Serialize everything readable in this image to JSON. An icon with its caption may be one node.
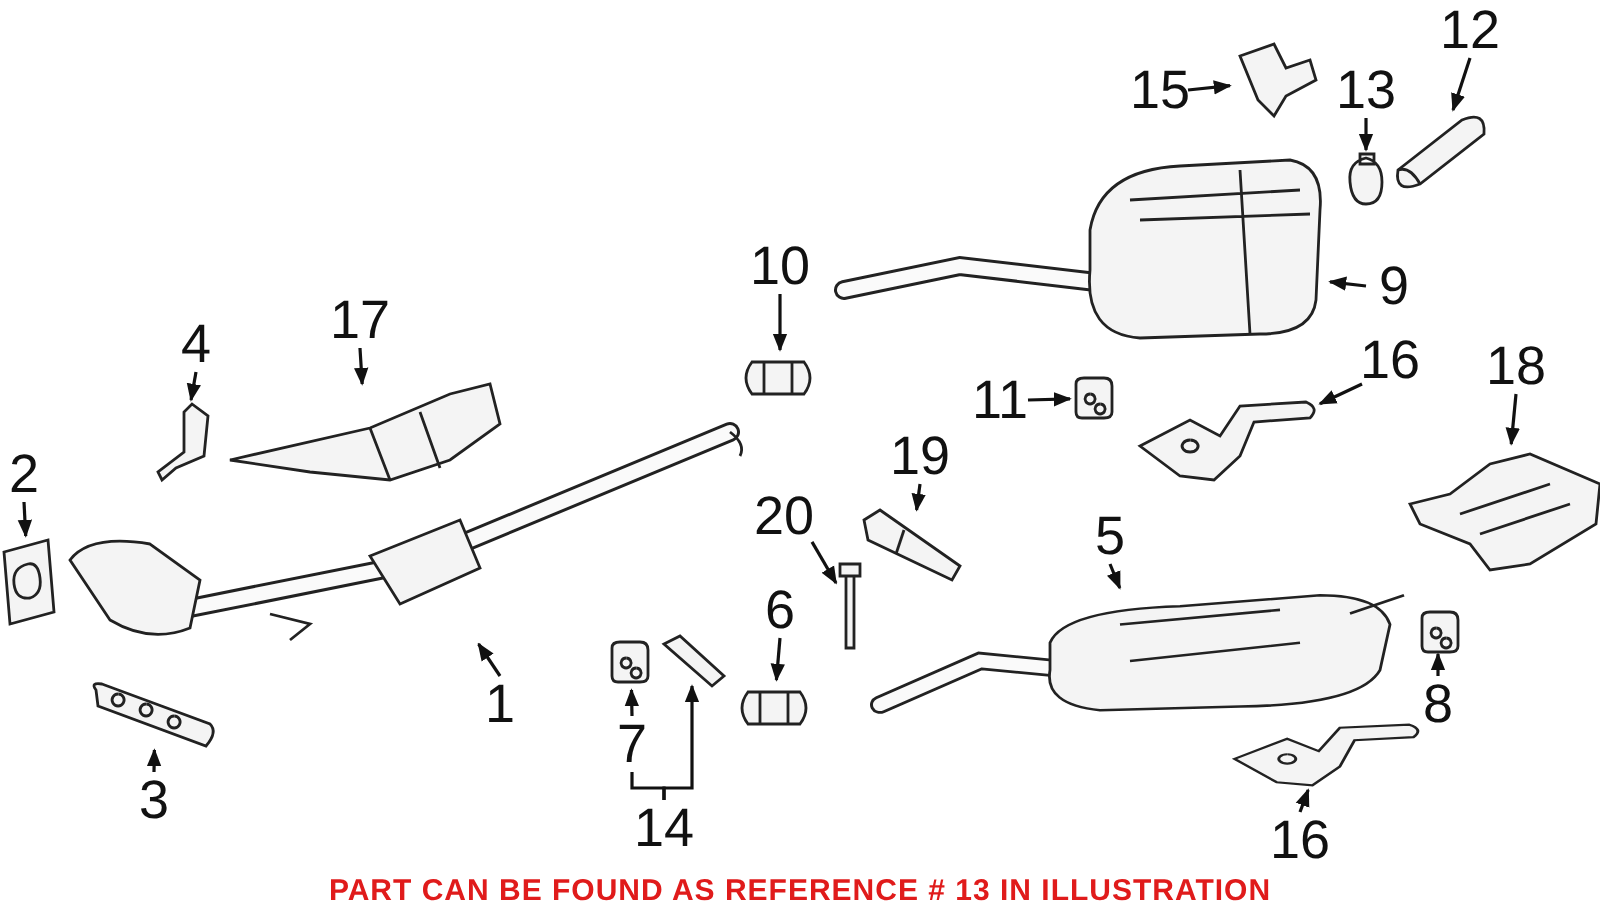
{
  "diagram": {
    "nodes": [
      {
        "text": [
          "12"
        ]
      },
      {
        "text": [],
        "shape": "picture"
      },
      {
        "text": [
          "15"
        ]
      },
      {
        "text": [],
        "shape": "picture"
      },
      {
        "text": [
          "13"
        ]
      },
      {
        "text": [],
        "shape": "picture"
      },
      {
        "text": [
          "10"
        ]
      },
      {
        "text": [],
        "shape": "picture"
      },
      {
        "text": [
          "9"
        ]
      },
      {
        "text": [],
        "shape": "picture"
      },
      {
        "text": [
          "17"
        ]
      },
      {
        "text": [],
        "shape": "picture"
      },
      {
        "text": [
          "4"
        ]
      },
      {
        "text": [],
        "shape": "picture"
      },
      {
        "text": [
          "11"
        ]
      },
      {
        "text": [],
        "shape": "picture"
      },
      {
        "text": [
          "16"
        ]
      },
      {
        "text": [],
        "shape": "picture"
      },
      {
        "text": [
          "18"
        ]
      },
      {
        "text": [],
        "shape": "picture"
      },
      {
        "text": [
          "2"
        ]
      },
      {
        "text": [],
        "shape": "picture"
      },
      {
        "text": [
          "19"
        ]
      },
      {
        "text": [],
        "shape": "picture"
      },
      {
        "text": [
          "20"
        ]
      },
      {
        "text": [],
        "shape": "picture"
      },
      {
        "text": [
          "5"
        ]
      },
      {
        "text": [],
        "shape": "picture"
      },
      {
        "text": [
          "1"
        ]
      },
      {
        "text": [],
        "shape": "picture"
      },
      {
        "text": [
          "6"
        ]
      },
      {
        "text": [],
        "shape": "picture"
      },
      {
        "text": [
          "7"
        ]
      },
      {
        "text": [],
        "shape": "picture"
      },
      {
        "text": [
          "8"
        ]
      },
      {
        "text": [],
        "shape": "picture"
      },
      {
        "text": [
          "3"
        ]
      },
      {
        "text": [],
        "shape": "picture"
      },
      {
        "text": [
          "14"
        ]
      },
      {
        "text": [],
        "shape": "picture"
      },
      {
        "text": [
          "16"
        ]
      },
      {
        "text": [],
        "shape": "picture"
      }
    ],
    "edges": [
      {
        "from": 0,
        "to": 1,
        "arrow": "to"
      },
      {
        "from": 2,
        "to": 3,
        "arrow": "to"
      },
      {
        "from": 4,
        "to": 5,
        "arrow": "to"
      },
      {
        "from": 6,
        "to": 7,
        "arrow": "to"
      },
      {
        "from": 8,
        "to": 9,
        "arrow": "to"
      },
      {
        "from": 10,
        "to": 11,
        "arrow": "to"
      },
      {
        "from": 12,
        "to": 13,
        "arrow": "to"
      },
      {
        "from": 14,
        "to": 15,
        "arrow": "to"
      },
      {
        "from": 16,
        "to": 17,
        "arrow": "to"
      },
      {
        "from": 18,
        "to": 19,
        "arrow": "to"
      },
      {
        "from": 20,
        "to": 21,
        "arrow": "to"
      },
      {
        "from": 22,
        "to": 23,
        "arrow": "to"
      },
      {
        "from": 24,
        "to": 25,
        "arrow": "to"
      },
      {
        "from": 26,
        "to": 27,
        "arrow": "to"
      },
      {
        "from": 28,
        "to": 29,
        "arrow": "to"
      },
      {
        "from": 30,
        "to": 31,
        "arrow": "to"
      },
      {
        "from": 32,
        "to": 33,
        "arrow": "to"
      },
      {
        "from": 34,
        "to": 35,
        "arrow": "to"
      },
      {
        "from": 36,
        "to": 37,
        "arrow": "to"
      },
      {
        "from": 38,
        "to": 39,
        "arrow": "to"
      },
      {
        "from": 38,
        "to": 32,
        "arrow": "none"
      },
      {
        "from": 40,
        "to": 41,
        "arrow": "to"
      }
    ],
    "labels": [
      "PART CAN BE FOUND AS REFERENCE # 13 IN ILLUSTRATION"
    ]
  }
}
